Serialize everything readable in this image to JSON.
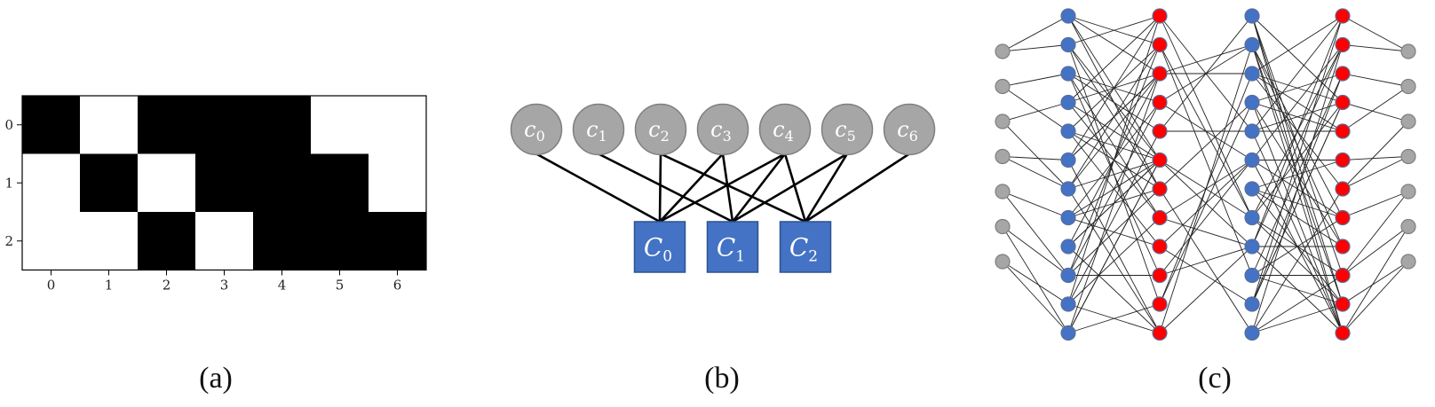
{
  "panel_a": {
    "caption": "(a)",
    "matrix": [
      [
        1,
        0,
        1,
        1,
        1,
        0,
        0
      ],
      [
        0,
        1,
        0,
        1,
        1,
        1,
        0
      ],
      [
        0,
        0,
        1,
        0,
        1,
        1,
        1
      ]
    ],
    "x_ticks": [
      "0",
      "1",
      "2",
      "3",
      "4",
      "5",
      "6"
    ],
    "y_ticks": [
      "0",
      "1",
      "2"
    ],
    "colors": {
      "one": "#000000",
      "zero": "#ffffff",
      "frame": "#000000"
    }
  },
  "panel_b": {
    "caption": "(b)",
    "variable_nodes": [
      {
        "base": "c",
        "sub": "0"
      },
      {
        "base": "c",
        "sub": "1"
      },
      {
        "base": "c",
        "sub": "2"
      },
      {
        "base": "c",
        "sub": "3"
      },
      {
        "base": "c",
        "sub": "4"
      },
      {
        "base": "c",
        "sub": "5"
      },
      {
        "base": "c",
        "sub": "6"
      }
    ],
    "check_nodes": [
      {
        "base": "C",
        "sub": "0"
      },
      {
        "base": "C",
        "sub": "1"
      },
      {
        "base": "C",
        "sub": "2"
      }
    ],
    "edges": [
      [
        0,
        0
      ],
      [
        2,
        0
      ],
      [
        3,
        0
      ],
      [
        4,
        0
      ],
      [
        1,
        1
      ],
      [
        3,
        1
      ],
      [
        4,
        1
      ],
      [
        5,
        1
      ],
      [
        2,
        2
      ],
      [
        4,
        2
      ],
      [
        5,
        2
      ],
      [
        6,
        2
      ]
    ],
    "colors": {
      "variable": "#a6a6a6",
      "variable_stroke": "#7f7f7f",
      "check": "#4472c4",
      "check_stroke": "#2f528f",
      "edge": "#000000"
    }
  },
  "panel_c": {
    "caption": "(c)",
    "layers": [
      {
        "count": 7,
        "color": "gray"
      },
      {
        "count": 12,
        "color": "blue"
      },
      {
        "count": 12,
        "color": "red"
      },
      {
        "count": 12,
        "color": "blue"
      },
      {
        "count": 12,
        "color": "red"
      },
      {
        "count": 7,
        "color": "gray"
      }
    ],
    "colors": {
      "gray": "#a6a6a6",
      "blue": "#4472c4",
      "red": "#ff0000",
      "node_stroke": "#5a6e9a",
      "edge": "#222222"
    }
  }
}
